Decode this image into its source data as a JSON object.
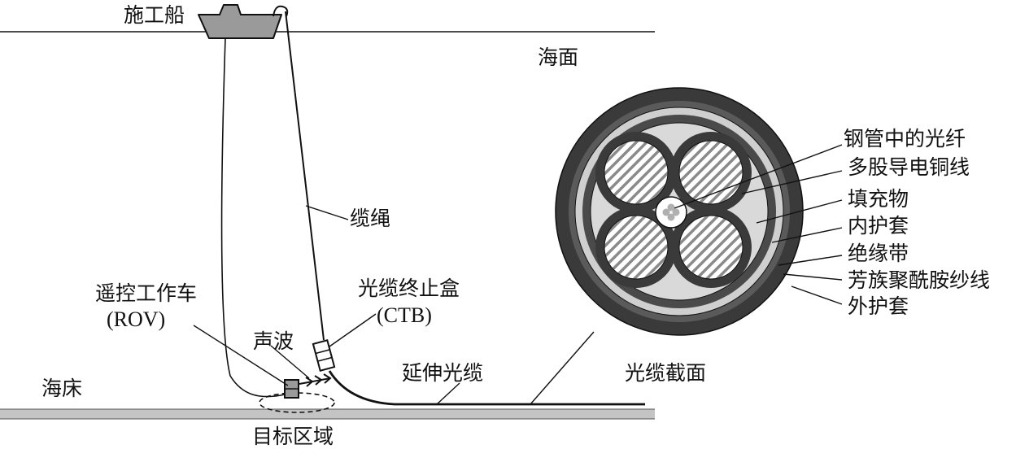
{
  "labels": {
    "ship": "施工船",
    "sea_surface": "海面",
    "rope": "缆绳",
    "rov_cn": "遥控工作车",
    "rov_en": "(ROV)",
    "ctb_cn": "光缆终止盒",
    "ctb_en": "(CTB)",
    "sound_wave": "声波",
    "seabed": "海床",
    "extended_cable": "延伸光缆",
    "target_area": "目标区域",
    "cable_section": "光缆截面"
  },
  "cross_section_labels": [
    "钢管中的光纤",
    "多股导电铜线",
    "填充物",
    "内护套",
    "绝缘带",
    "芳族聚酰胺纱线",
    "外护套"
  ],
  "colors": {
    "line": "#111111",
    "seabed": "#c4c4c4",
    "ship": "#9a9a9a",
    "outer_sheath": "#3a3a3a",
    "aramid": "#5a5a5a",
    "insulation": "#cfcfcf",
    "inner_sheath": "#4a4a4a",
    "filler": "#d9d9d9",
    "conductor_fill": "#8a8a8a"
  }
}
